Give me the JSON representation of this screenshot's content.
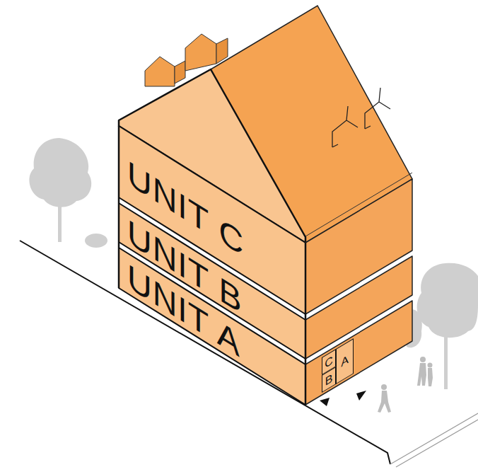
{
  "diagram": {
    "nodes": [
      {
        "text": [
          "UNIT C"
        ]
      },
      {
        "text": [
          "UNIT B"
        ]
      },
      {
        "text": [
          "UNIT A"
        ]
      },
      {
        "text": [
          "C"
        ]
      },
      {
        "text": [
          "B"
        ]
      },
      {
        "text": [
          "A"
        ]
      }
    ]
  }
}
